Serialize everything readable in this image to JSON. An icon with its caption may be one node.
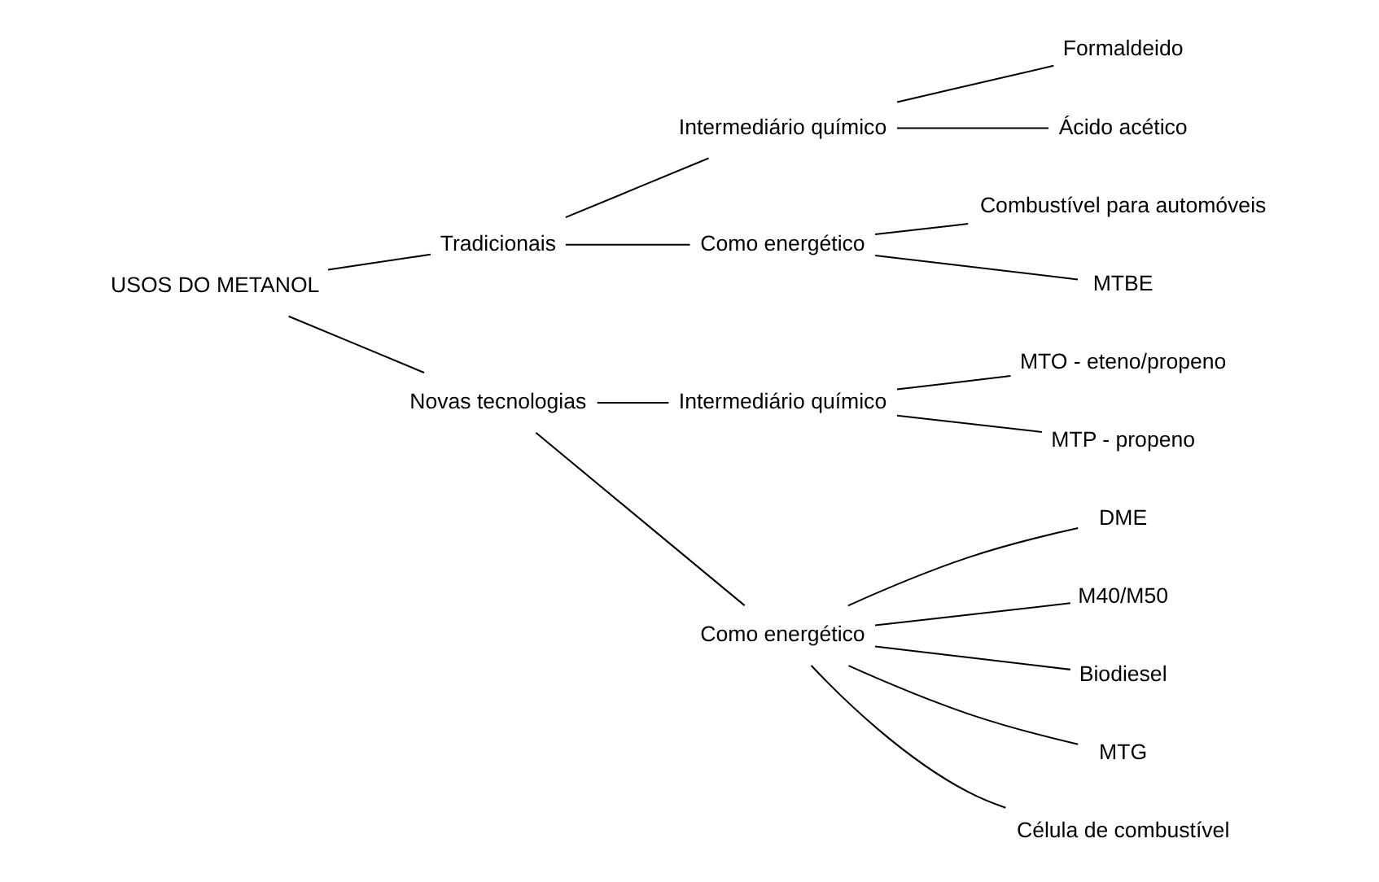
{
  "diagram": {
    "nodes": [
      {
        "text": [
          "USOS DO METANOL"
        ]
      },
      {
        "text": [
          "Tradicionais"
        ]
      },
      {
        "text": [
          "Intermediário químico"
        ]
      },
      {
        "text": [
          "Formaldeido"
        ]
      },
      {
        "text": [
          "Ácido acético"
        ]
      },
      {
        "text": [
          "Como energético"
        ]
      },
      {
        "text": [
          "Combustível para automóveis"
        ]
      },
      {
        "text": [
          "MTBE"
        ]
      },
      {
        "text": [
          "Novas tecnologias"
        ]
      },
      {
        "text": [
          "Intermediário químico"
        ]
      },
      {
        "text": [
          "MTO - eteno/propeno"
        ]
      },
      {
        "text": [
          "MTP - propeno"
        ]
      },
      {
        "text": [
          "Como energético"
        ]
      },
      {
        "text": [
          "DME"
        ]
      },
      {
        "text": [
          "M40/M50"
        ]
      },
      {
        "text": [
          "Biodiesel"
        ]
      },
      {
        "text": [
          "MTG"
        ]
      },
      {
        "text": [
          "Célula de combustível"
        ]
      }
    ],
    "edges": [
      {
        "from": 0,
        "to": 1,
        "arrow": "none"
      },
      {
        "from": 0,
        "to": 8,
        "arrow": "none"
      },
      {
        "from": 1,
        "to": 2,
        "arrow": "none"
      },
      {
        "from": 1,
        "to": 5,
        "arrow": "none"
      },
      {
        "from": 2,
        "to": 3,
        "arrow": "none"
      },
      {
        "from": 2,
        "to": 4,
        "arrow": "none"
      },
      {
        "from": 5,
        "to": 6,
        "arrow": "none"
      },
      {
        "from": 5,
        "to": 7,
        "arrow": "none"
      },
      {
        "from": 8,
        "to": 9,
        "arrow": "none"
      },
      {
        "from": 8,
        "to": 12,
        "arrow": "none"
      },
      {
        "from": 9,
        "to": 10,
        "arrow": "none"
      },
      {
        "from": 9,
        "to": 11,
        "arrow": "none"
      },
      {
        "from": 12,
        "to": 13,
        "arrow": "none"
      },
      {
        "from": 12,
        "to": 14,
        "arrow": "none"
      },
      {
        "from": 12,
        "to": 15,
        "arrow": "none"
      },
      {
        "from": 12,
        "to": 16,
        "arrow": "none"
      },
      {
        "from": 12,
        "to": 17,
        "arrow": "none"
      }
    ]
  }
}
